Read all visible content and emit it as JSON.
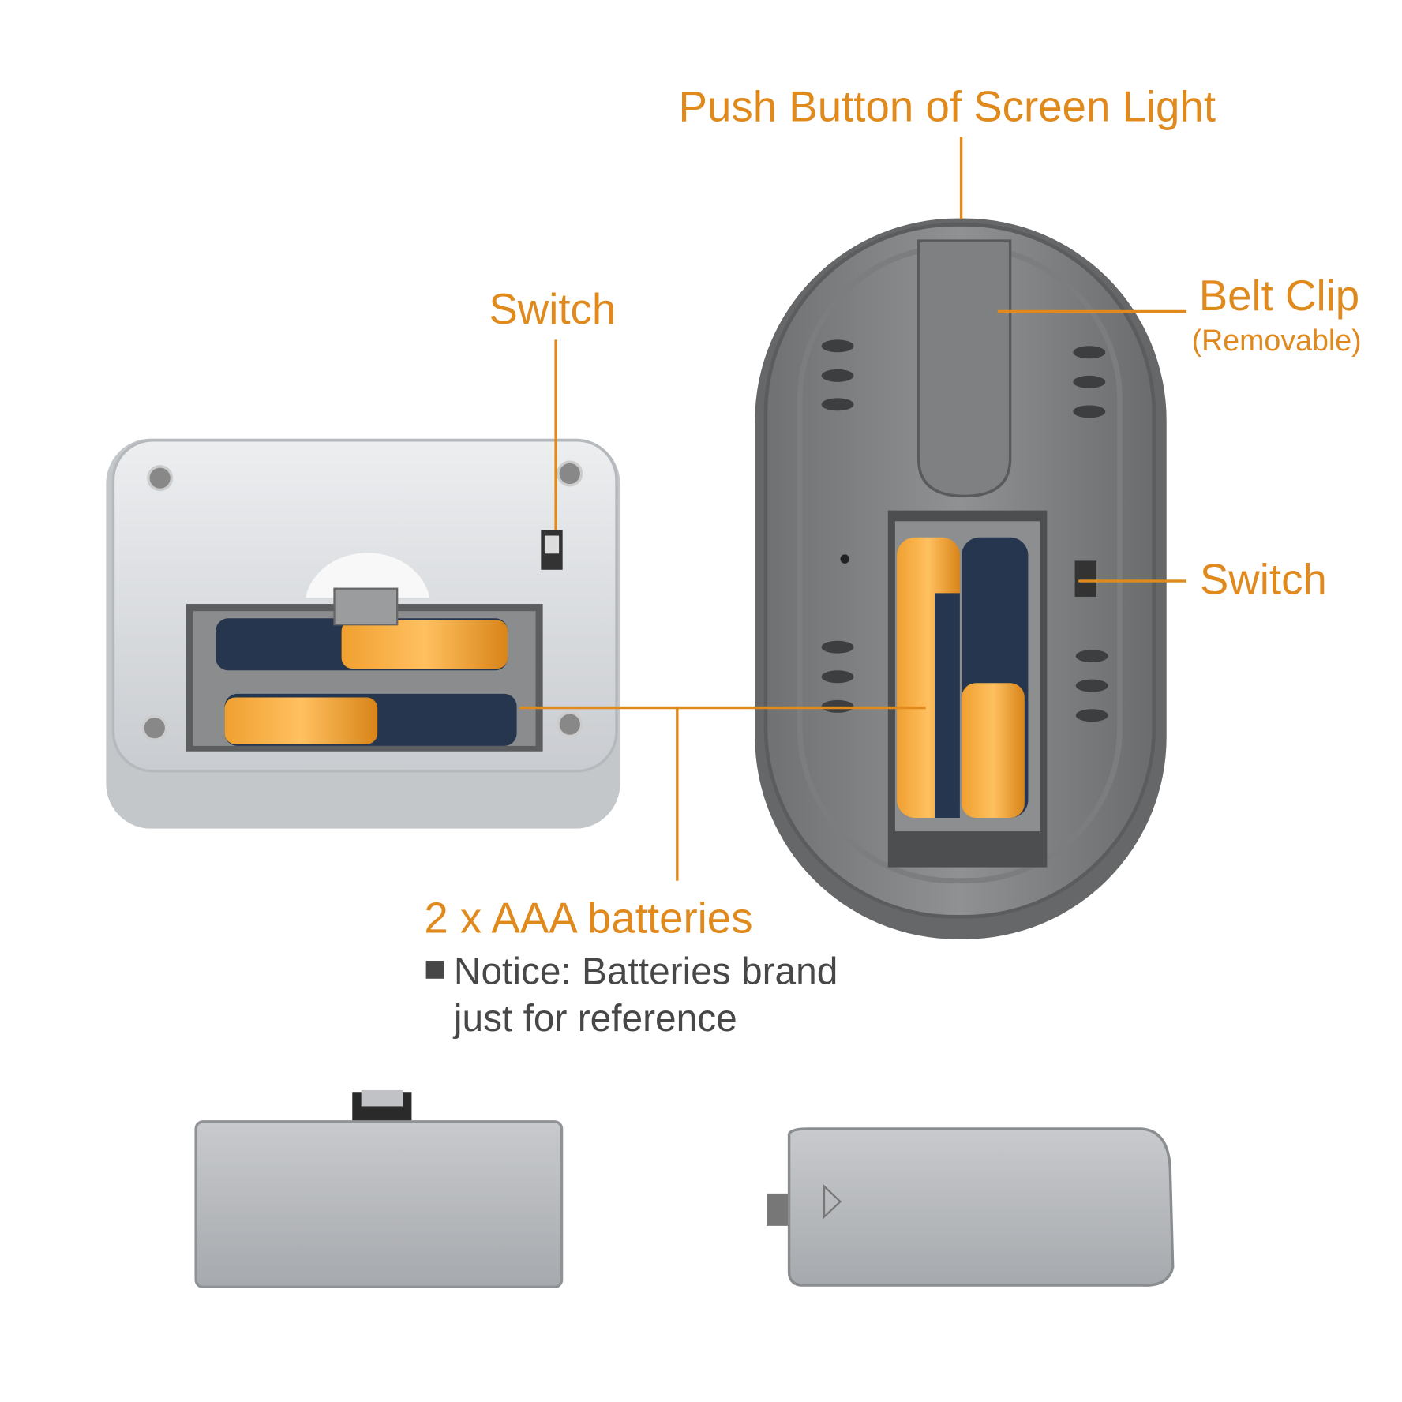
{
  "labels": {
    "push_button": "Push Button of Screen Light",
    "belt_clip": "Belt Clip",
    "belt_clip_sub": "(Removable)",
    "switch_left": "Switch",
    "switch_right": "Switch",
    "batteries": "2 x AAA batteries",
    "notice_line1": "Notice: Batteries brand",
    "notice_line2": "just for reference"
  },
  "colors": {
    "accent": "#e08a1e",
    "note_text": "#474747",
    "bullet": "#474747"
  }
}
